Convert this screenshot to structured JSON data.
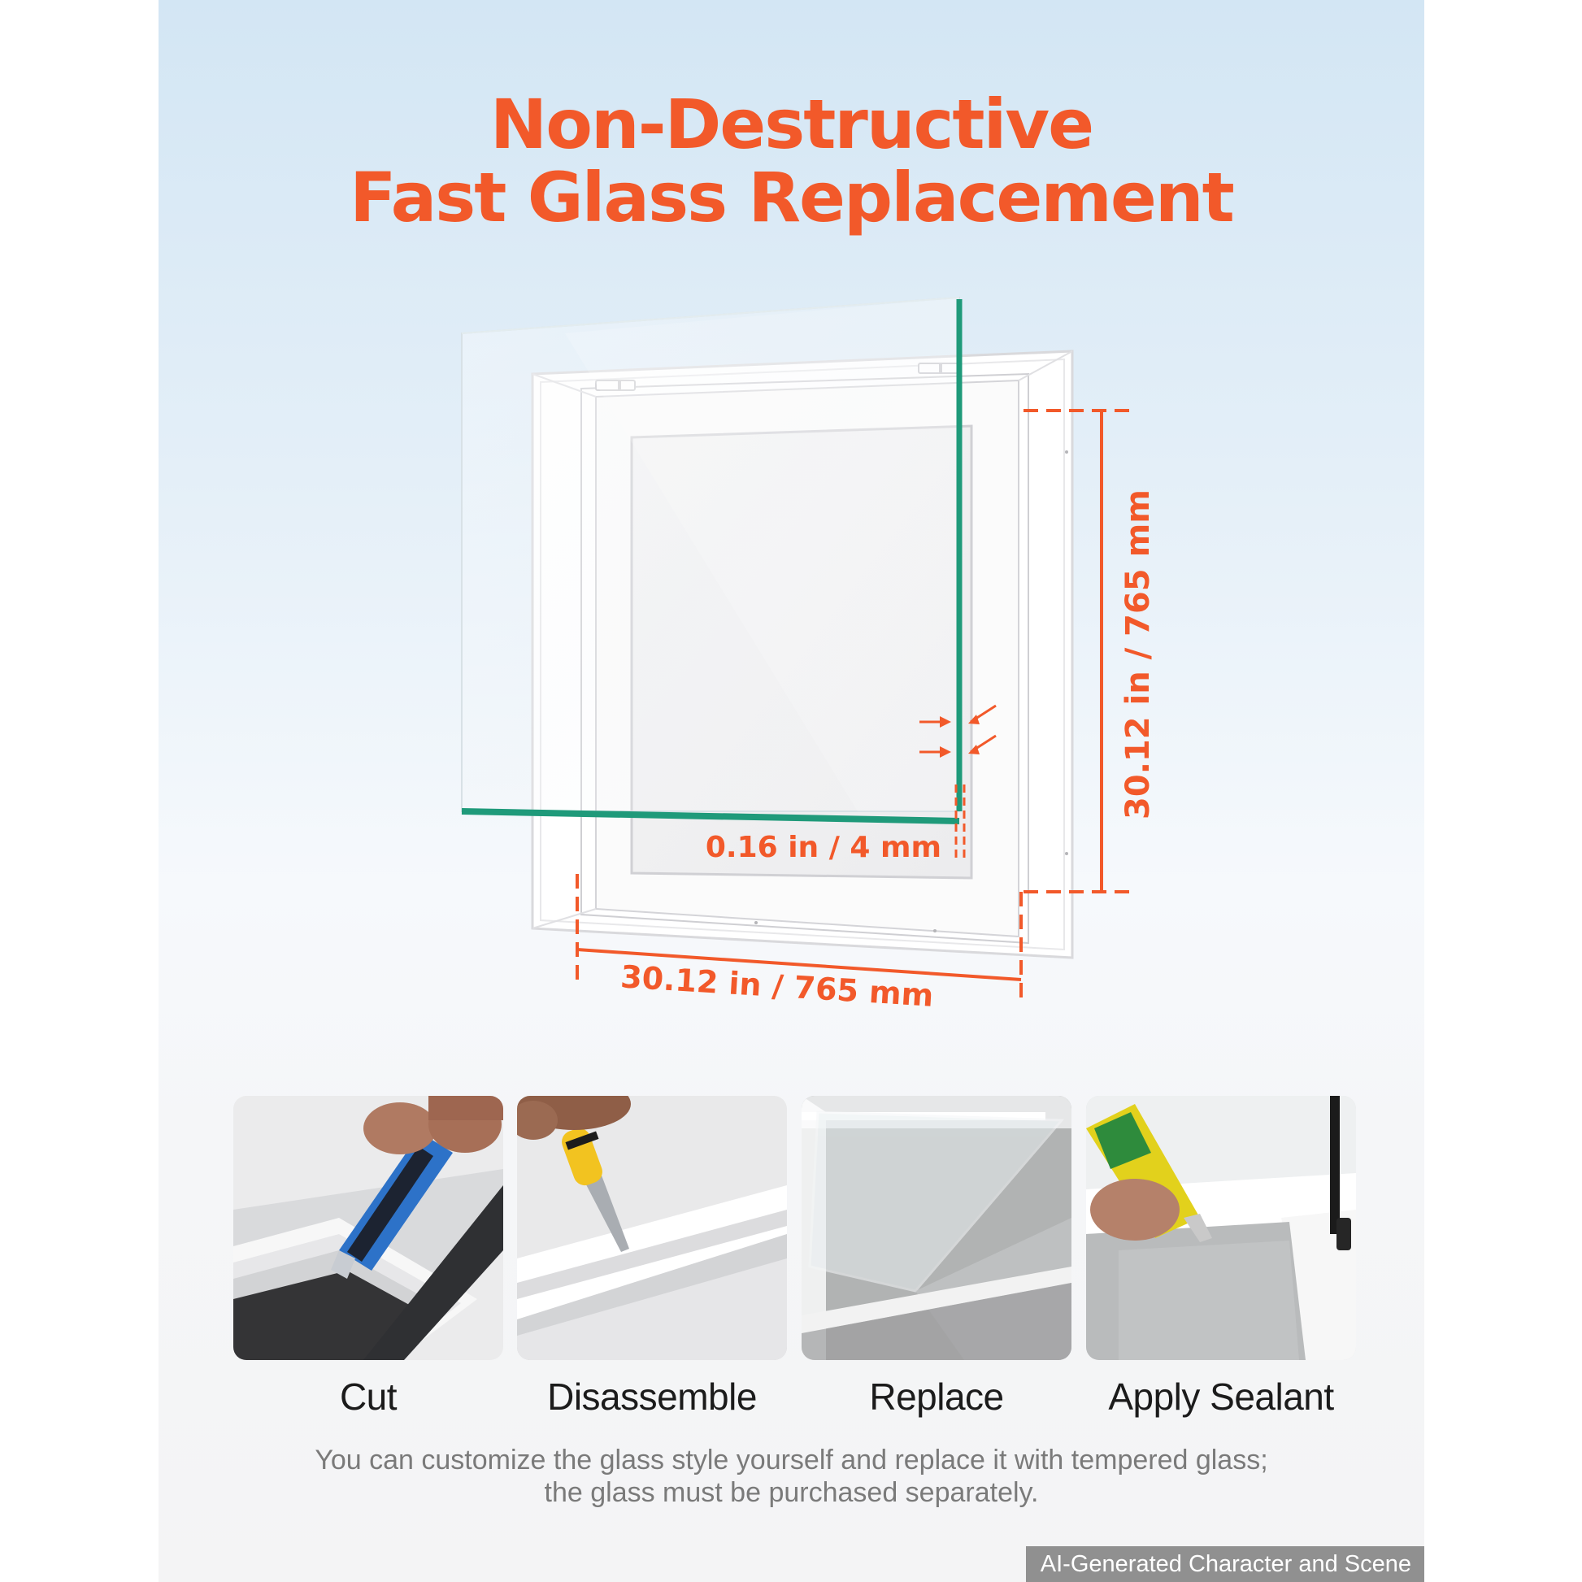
{
  "title": {
    "line1": "Non-Destructive",
    "line2": "Fast Glass Replacement"
  },
  "dimensions": {
    "height_label": "30.12 in / 765 mm",
    "width_label": "30.12 in / 765 mm",
    "thickness_label": "0.16 in / 4 mm"
  },
  "steps": [
    {
      "label": "Cut"
    },
    {
      "label": "Disassemble"
    },
    {
      "label": "Replace"
    },
    {
      "label": "Apply Sealant"
    }
  ],
  "note": {
    "line1": "You can customize the glass style yourself and replace it with tempered glass;",
    "line2": "the glass must be purchased separately."
  },
  "badge": "AI-Generated Character and Scene",
  "colors": {
    "accent": "#f2592a",
    "glass_edge": "#1f9a7a",
    "frame": "#ffffff",
    "background_top": "#d3e6f4",
    "background_bottom": "#f4f4f5"
  }
}
